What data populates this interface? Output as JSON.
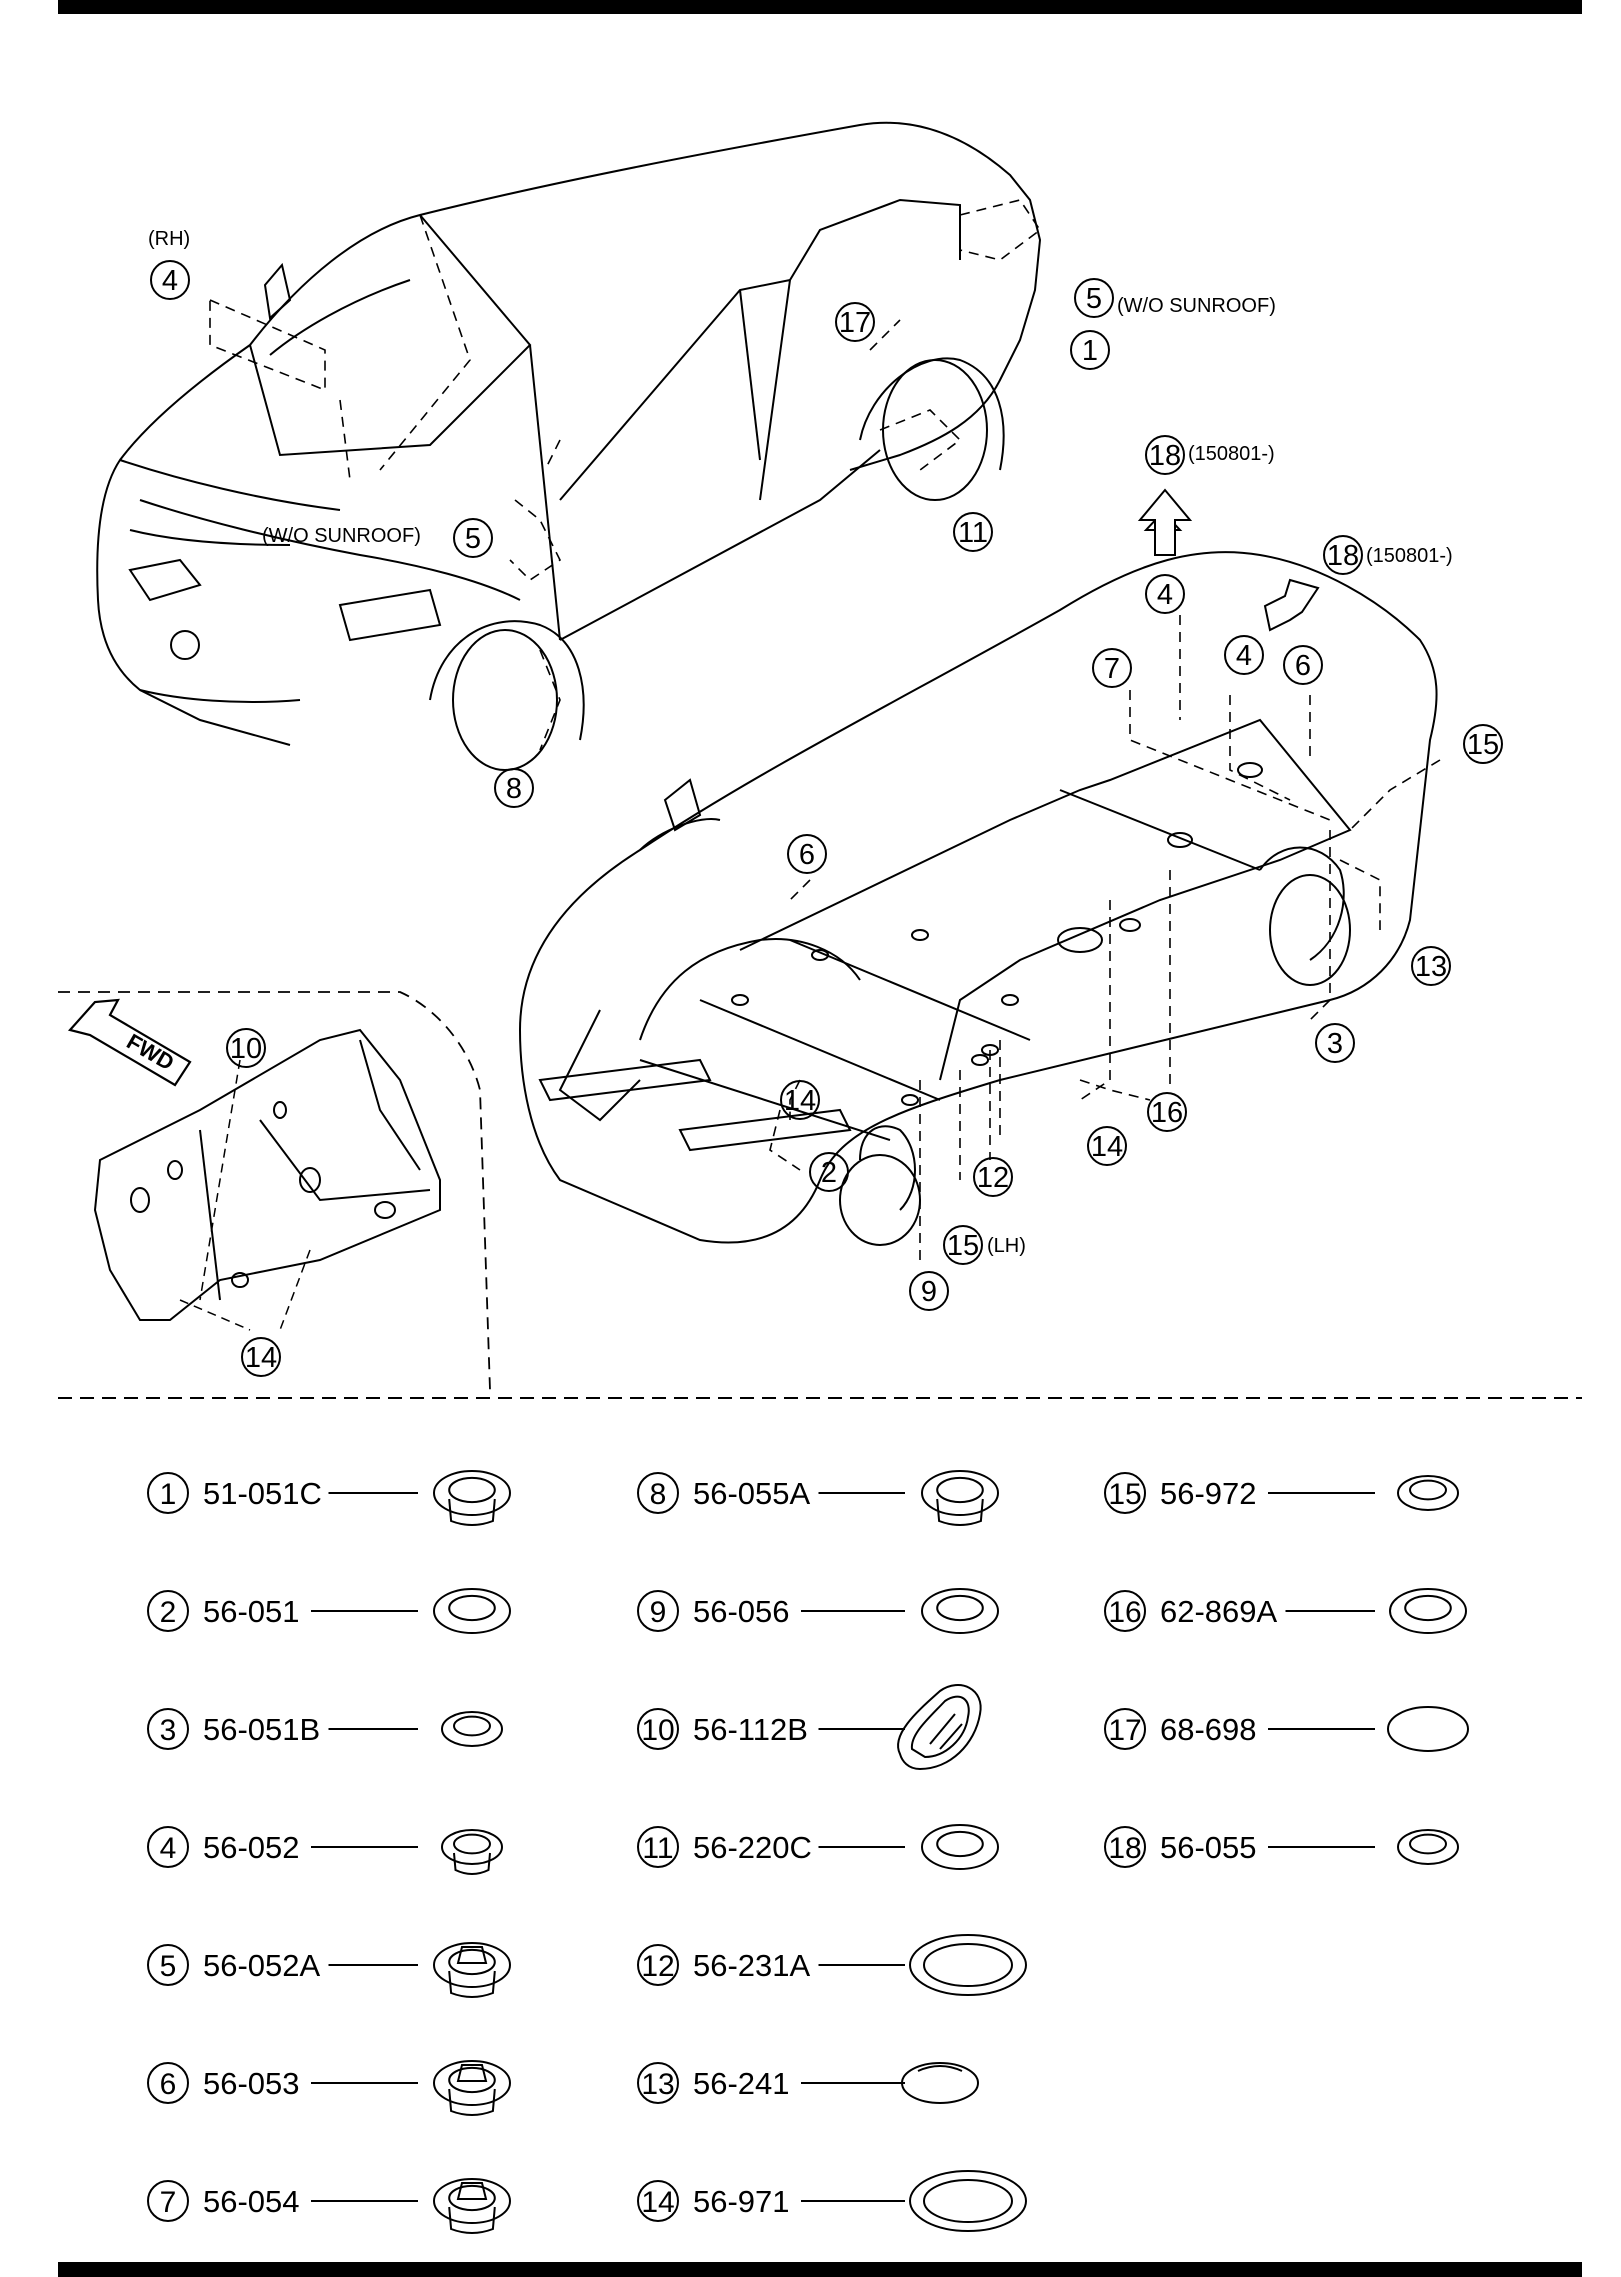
{
  "diagram": {
    "callouts": {
      "top_4_rh": "(RH)",
      "wo_sunroof_rear": "(W/O SUNROOF)",
      "wo_sunroof_front": "(W/O SUNROOF)",
      "date_1": "(150801-)",
      "date_2": "(150801-)",
      "fwd": "FWD",
      "lh": "(LH)"
    },
    "parts": [
      {
        "num": "1",
        "code": "51-051C"
      },
      {
        "num": "2",
        "code": "56-051"
      },
      {
        "num": "3",
        "code": "56-051B"
      },
      {
        "num": "4",
        "code": "56-052"
      },
      {
        "num": "5",
        "code": "56-052A"
      },
      {
        "num": "6",
        "code": "56-053"
      },
      {
        "num": "7",
        "code": "56-054"
      },
      {
        "num": "8",
        "code": "56-055A"
      },
      {
        "num": "9",
        "code": "56-056"
      },
      {
        "num": "10",
        "code": "56-112B"
      },
      {
        "num": "11",
        "code": "56-220C"
      },
      {
        "num": "12",
        "code": "56-231A"
      },
      {
        "num": "13",
        "code": "56-241"
      },
      {
        "num": "14",
        "code": "56-971"
      },
      {
        "num": "15",
        "code": "56-972"
      },
      {
        "num": "16",
        "code": "62-869A"
      },
      {
        "num": "17",
        "code": "68-698"
      },
      {
        "num": "18",
        "code": "56-055"
      }
    ]
  }
}
